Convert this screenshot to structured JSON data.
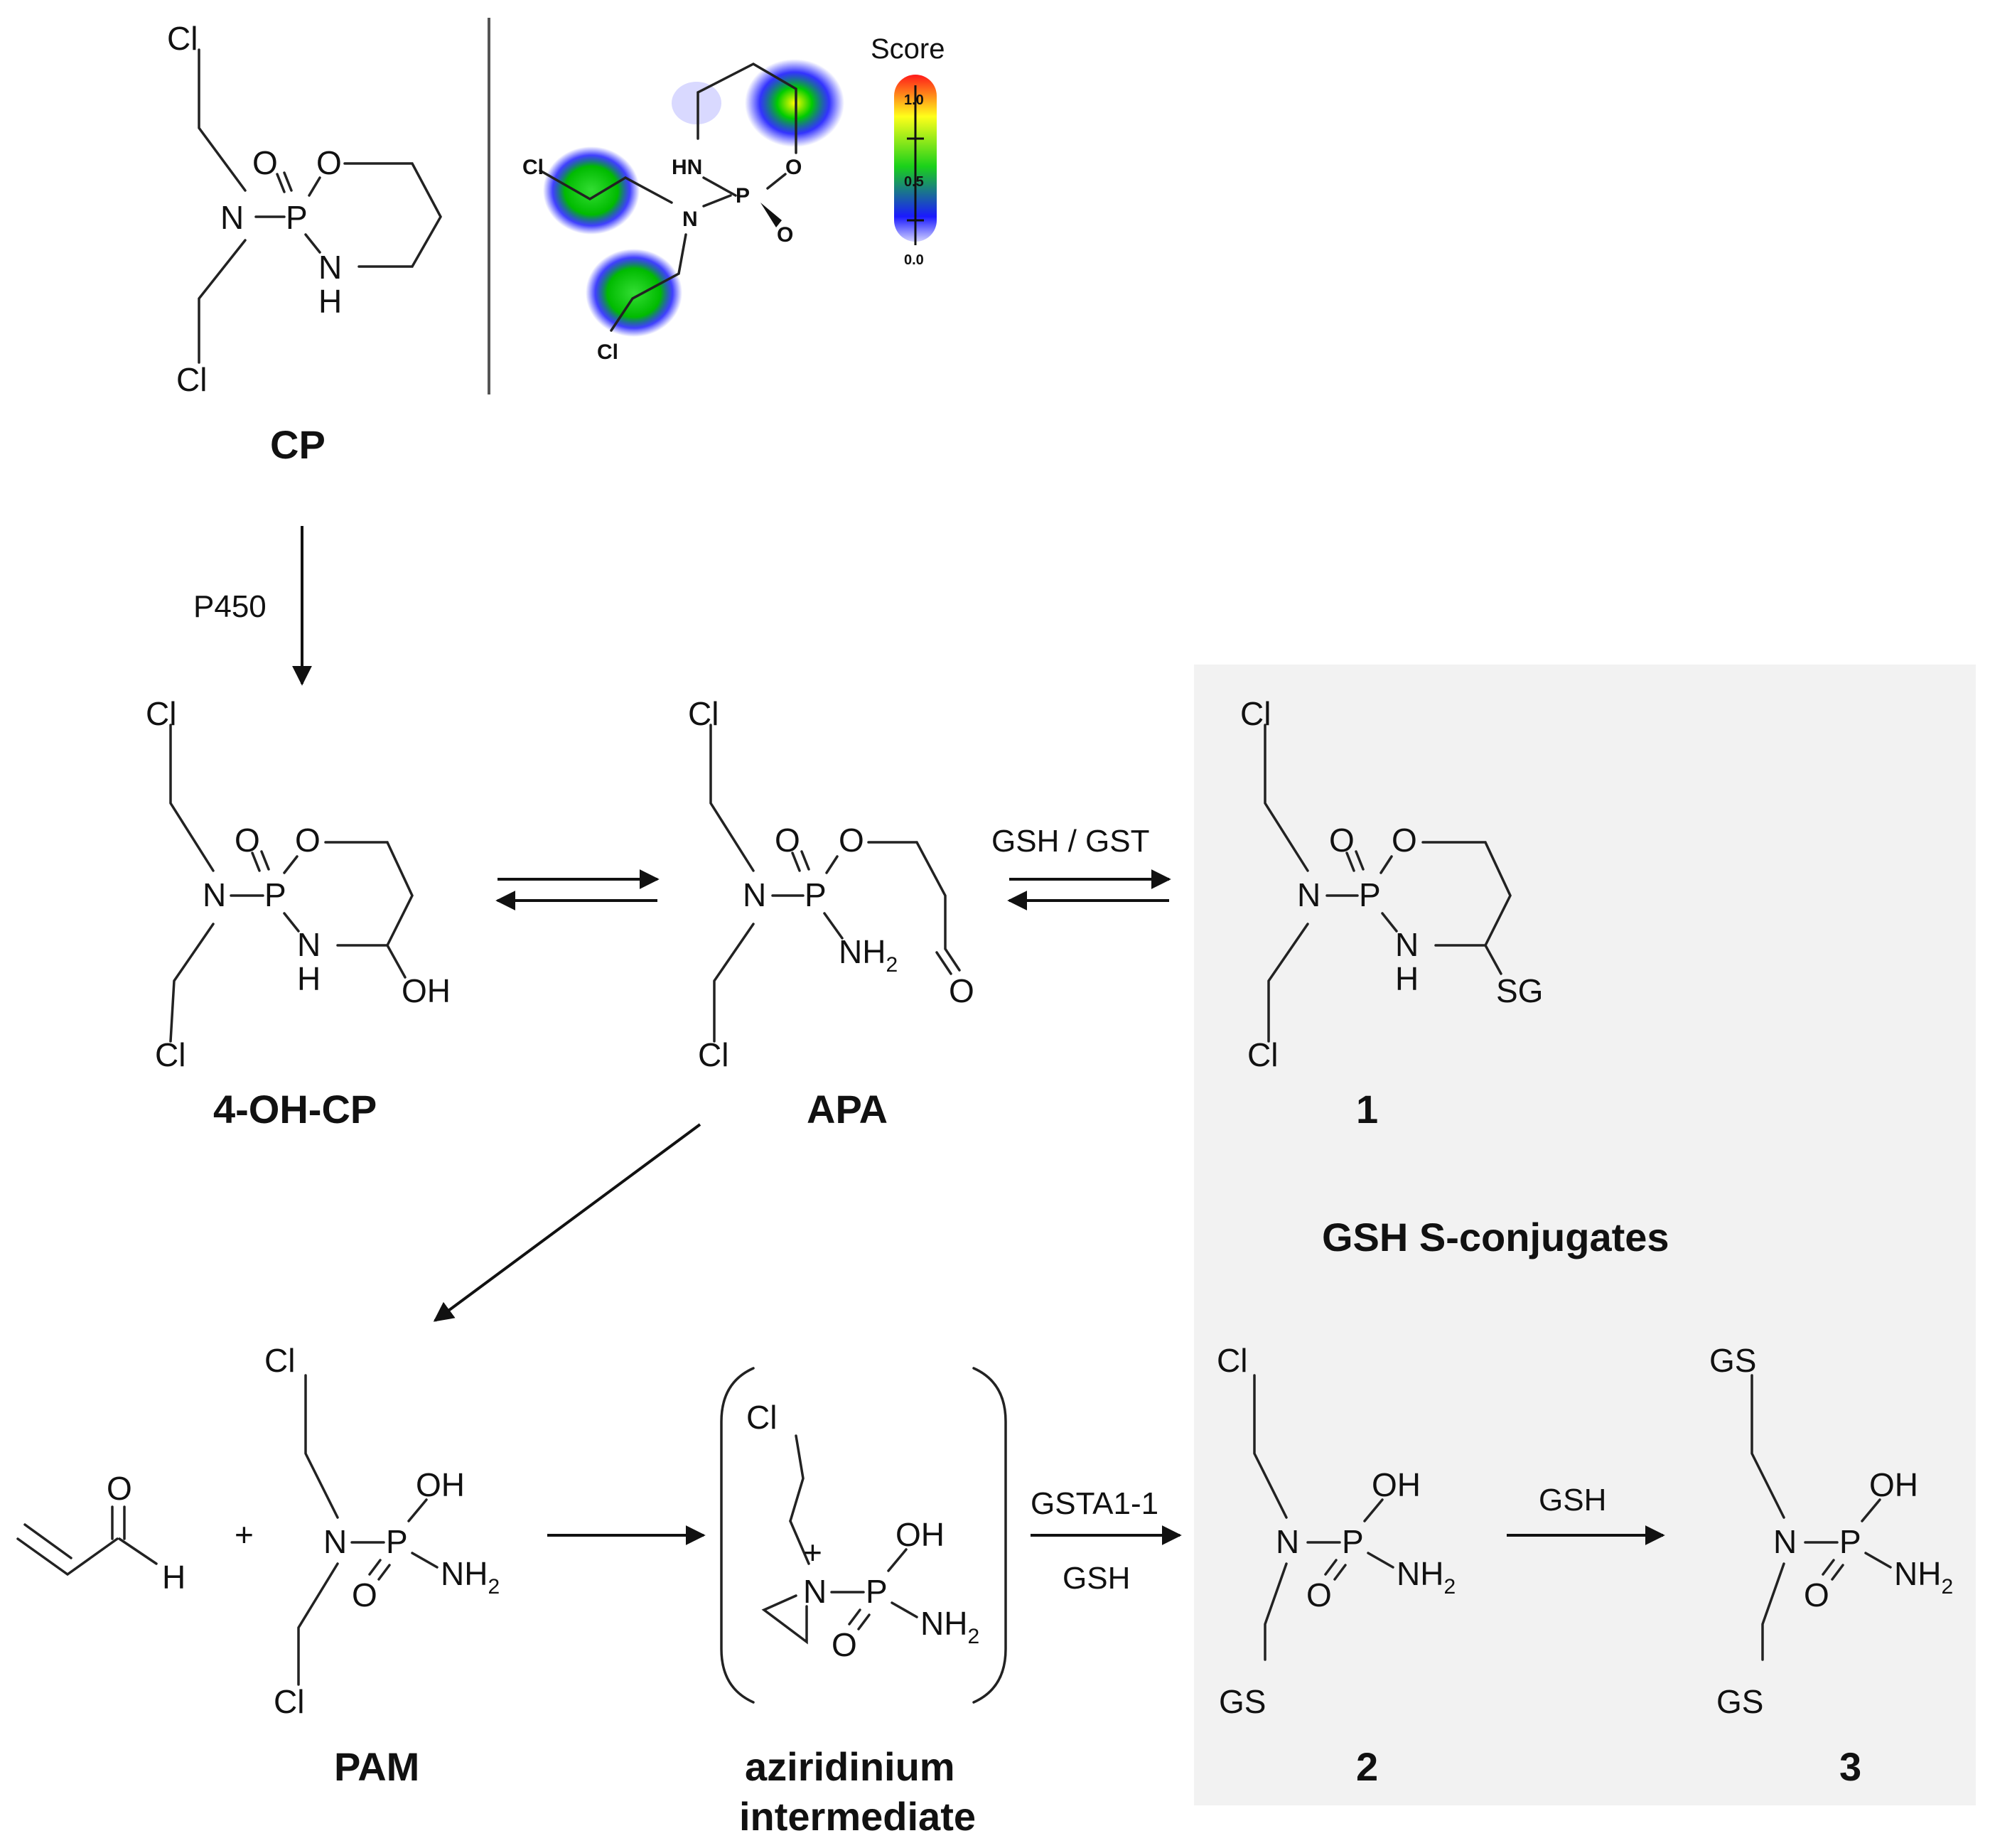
{
  "labels": {
    "cp": "CP",
    "hydroxy_cp": "4-OH-CP",
    "apa": "APA",
    "conjugate_1": "1",
    "gsh_conjugates": "GSH S-conjugates",
    "pam": "PAM",
    "aziridinium_line1": "aziridinium",
    "aziridinium_line2": "intermediate",
    "conjugate_2": "2",
    "conjugate_3": "3"
  },
  "reagents": {
    "p450": "P450",
    "gsh_gst": "GSH / GST",
    "gsta": "GSTA1-1",
    "gsh_lower": "GSH",
    "gsh_final": "GSH"
  },
  "atoms": {
    "cl": "Cl",
    "o": "O",
    "n": "N",
    "p": "P",
    "h": "H",
    "nh": "NH",
    "oh": "OH",
    "nh2": "NH",
    "nh2_sub": "2",
    "sg": "SG",
    "gs": "GS",
    "plus_add": "+",
    "plus_charge": "+",
    "hn": "HN"
  },
  "score_scale": {
    "title": "Score",
    "ticks": [
      "1.0",
      "0.5",
      "0.0"
    ]
  },
  "colors": {
    "highlight_box": "#f2f2f2",
    "heat_high": "#ff0000",
    "heat_mid": "#00cc00",
    "heat_low": "#0000ff"
  }
}
